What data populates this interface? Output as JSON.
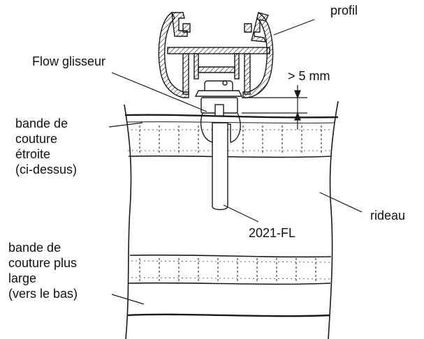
{
  "labels": {
    "profil": "profil",
    "flow_glisseur": "Flow glisseur",
    "gap": "> 5 mm",
    "narrow_band": [
      "bande de",
      "couture",
      "étroite",
      "(ci-dessus)"
    ],
    "rideau": "rideau",
    "part_code": "2021-FL",
    "wide_band": [
      "bande de",
      "couture plus",
      "large",
      "(vers le bas)"
    ]
  },
  "colors": {
    "line": "#1a1a1a",
    "text": "#111111",
    "background": "#ffffff"
  }
}
